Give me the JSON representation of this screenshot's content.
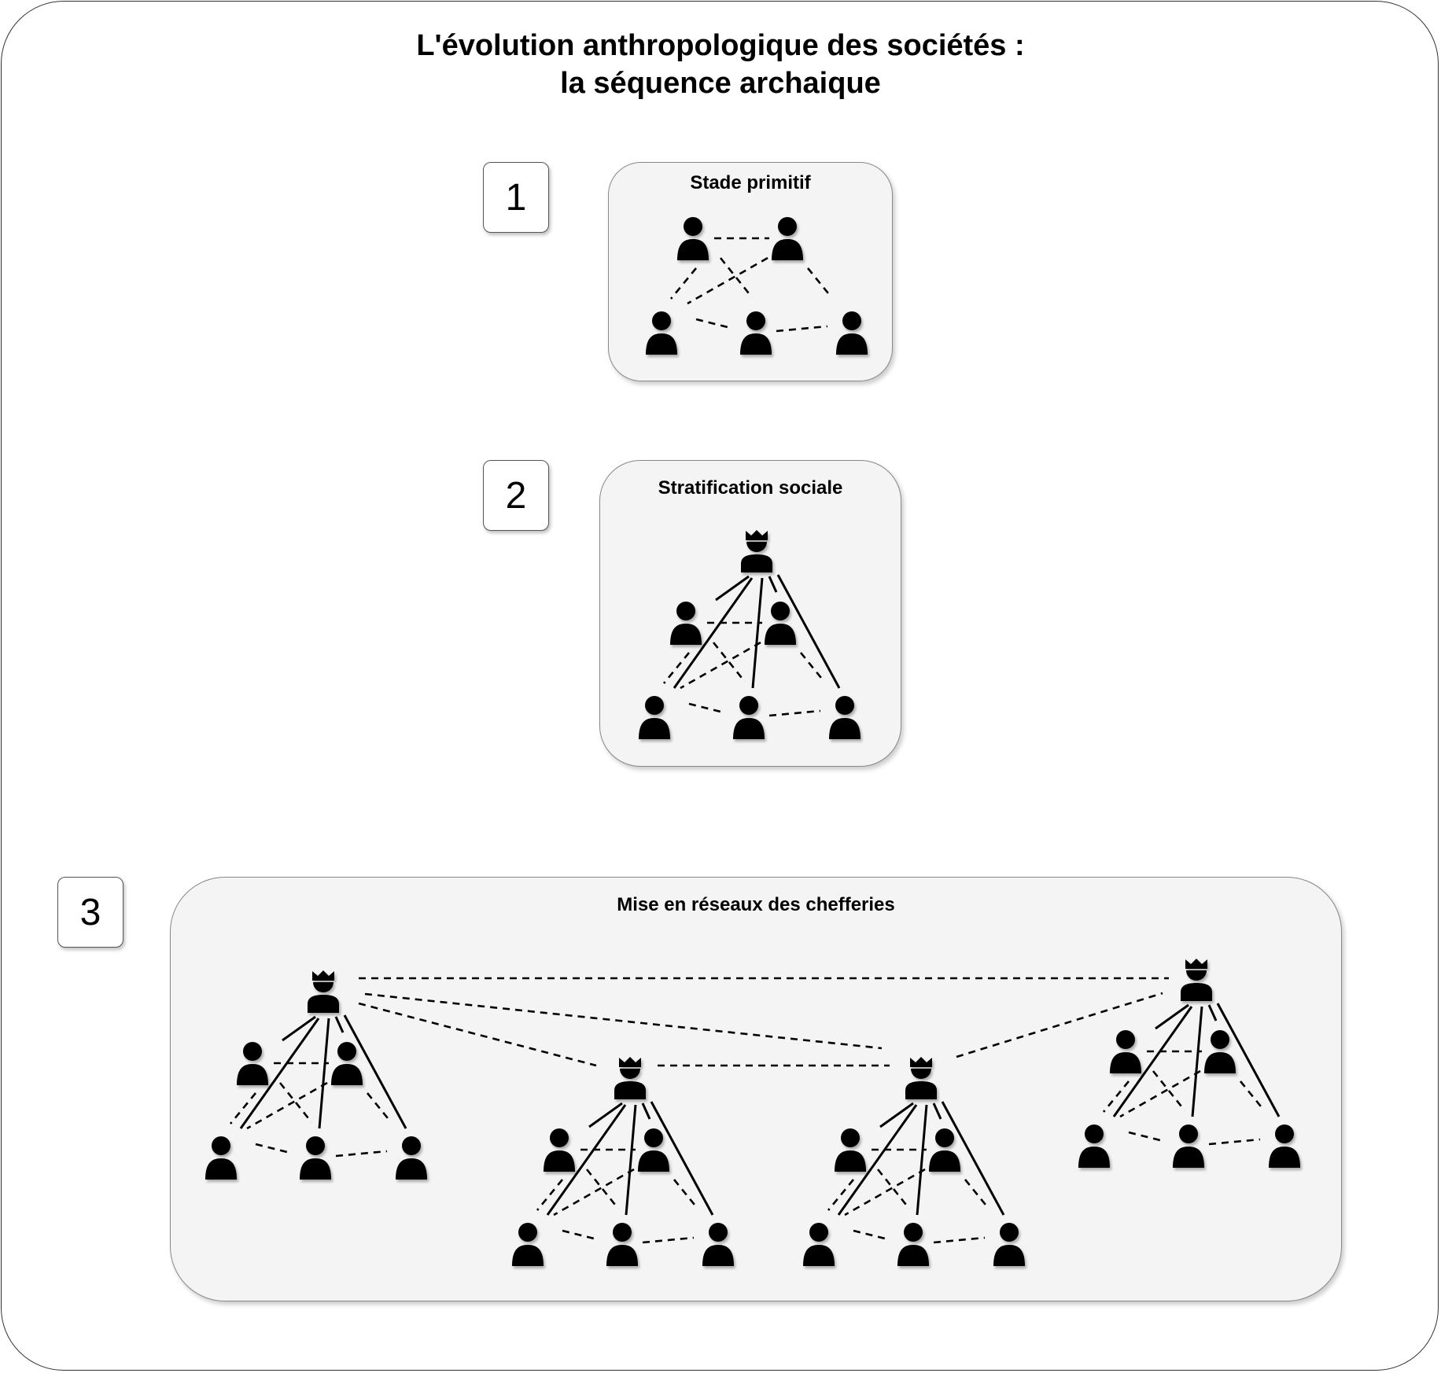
{
  "title": {
    "line1": "L'évolution anthropologique des sociétés :",
    "line2": "la séquence archaique"
  },
  "stages": [
    {
      "number": "1",
      "label": "Stade primitif"
    },
    {
      "number": "2",
      "label": "Stratification sociale"
    },
    {
      "number": "3",
      "label": "Mise en réseaux des chefferies"
    }
  ],
  "icons": {
    "person": "person-icon",
    "chief": "crowned-person-icon"
  },
  "colors": {
    "panel_fill": "#f4f4f4",
    "ink": "#000000"
  }
}
